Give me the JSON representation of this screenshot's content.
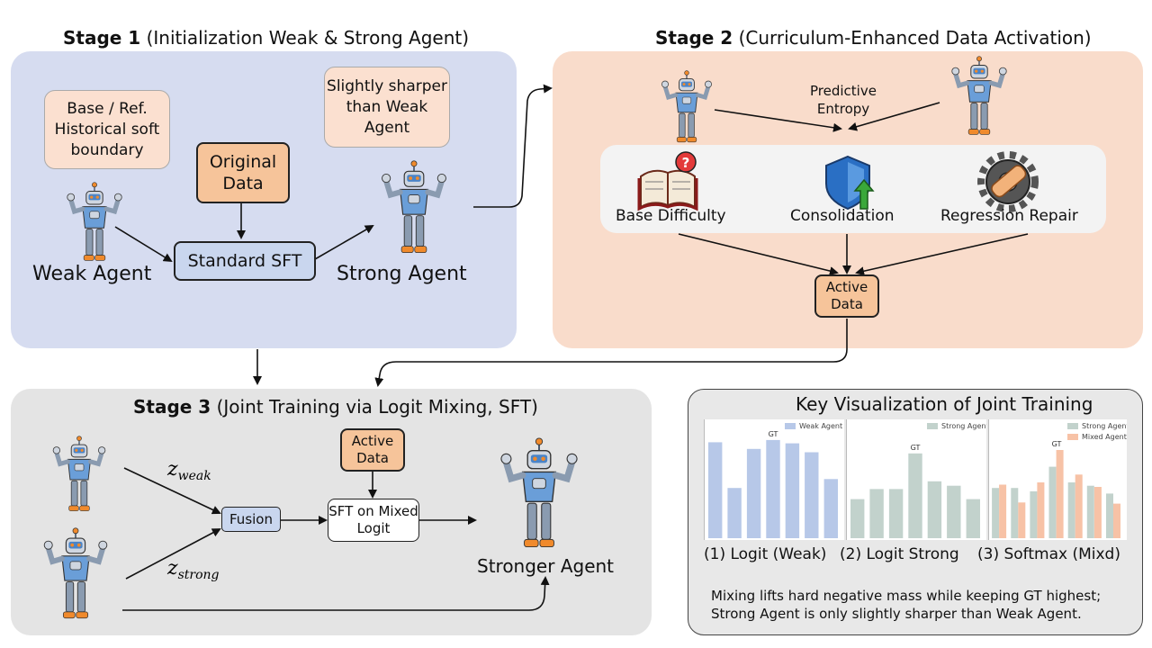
{
  "stage1": {
    "title_bold": "Stage 1",
    "title_rest": " (Initialization Weak & Strong Agent)",
    "weak_bubble": "Base / Ref. Historical soft boundary",
    "strong_bubble": "Slightly sharper than Weak Agent",
    "original_data": "Original Data",
    "standard_sft": "Standard SFT",
    "weak_label": "Weak Agent",
    "strong_label": "Strong Agent"
  },
  "stage2": {
    "title_bold": "Stage 2",
    "title_rest": " (Curriculum-Enhanced Data Activation)",
    "predictive_entropy": "Predictive Entropy",
    "base_difficulty": "Base Difficulty",
    "consolidation": "Consolidation",
    "regression_repair": "Regression Repair",
    "active_data": "Active Data"
  },
  "stage3": {
    "title_bold": "Stage 3",
    "title_rest": " (Joint Training via Logit Mixing, SFT)",
    "z_weak_base": "z",
    "z_weak_sub": "weak",
    "z_strong_base": "z",
    "z_strong_sub": "strong",
    "fusion": "Fusion",
    "active_data": "Active Data",
    "sft_mixed": "SFT on Mixed Logit",
    "stronger_label": "Stronger Agent"
  },
  "key_vis": {
    "title": "Key Visualization of Joint Training",
    "caption1": "(1) Logit (Weak)",
    "caption2": "(2) Logit Strong",
    "caption3": "(3) Softmax (Mixd)",
    "note": "Mixing lifts hard negative mass while keeping GT highest; Strong Agent  is only slightly sharper than Weak Agent."
  },
  "colors": {
    "stage1_bg": "#d6dcf0",
    "stage2_bg": "#f9dccb",
    "stage3_bg": "#e4e4e4",
    "weak_bar": "#b7c8e8",
    "strong_bar": "#c2d2cc",
    "mixed_bar": "#f7c2a6"
  },
  "chart_data": [
    {
      "type": "bar",
      "title": "(1) Logit (Weak)",
      "gt_index": 3,
      "annotation": "GT",
      "series": [
        {
          "name": "Weak Agent",
          "values": [
            0.86,
            0.45,
            0.8,
            0.88,
            0.85,
            0.77,
            0.53
          ]
        }
      ],
      "ylim": [
        0,
        1
      ],
      "legend": "top-right"
    },
    {
      "type": "bar",
      "title": "(2) Logit Strong",
      "gt_index": 3,
      "annotation": "GT",
      "series": [
        {
          "name": "Strong Agent",
          "values": [
            0.35,
            0.44,
            0.44,
            0.76,
            0.51,
            0.47,
            0.35
          ]
        }
      ],
      "ylim": [
        0,
        1
      ],
      "legend": "top-right"
    },
    {
      "type": "bar",
      "title": "(3) Softmax (Mixd)",
      "gt_index": 3,
      "annotation": "GT",
      "series": [
        {
          "name": "Strong Agent",
          "values": [
            0.45,
            0.45,
            0.42,
            0.64,
            0.5,
            0.47,
            0.4
          ]
        },
        {
          "name": "Mixed Agent",
          "values": [
            0.48,
            0.32,
            0.5,
            0.79,
            0.57,
            0.46,
            0.31
          ]
        }
      ],
      "ylim": [
        0,
        1
      ],
      "legend": "top-right"
    }
  ]
}
